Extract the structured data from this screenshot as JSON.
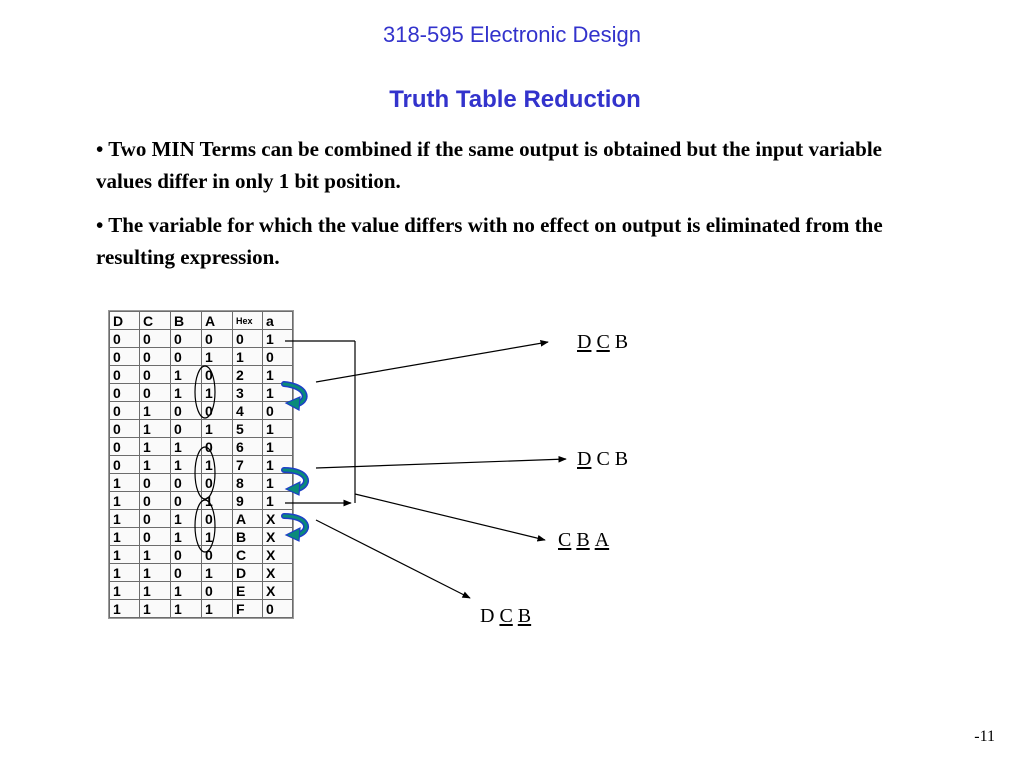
{
  "header": {
    "course_title": "318-595 Electronic Design",
    "slide_title": "Truth Table Reduction"
  },
  "bullets": [
    "• Two MIN Terms can be combined if the same output is obtained but the input variable values differ in only 1 bit position.",
    "• The variable for which the value differs with no effect on output is eliminated from the resulting expression."
  ],
  "truth_table": {
    "headers": [
      "D",
      "C",
      "B",
      "A",
      "Hex",
      "a"
    ],
    "rows": [
      [
        "0",
        "0",
        "0",
        "0",
        "0",
        "1"
      ],
      [
        "0",
        "0",
        "0",
        "1",
        "1",
        "0"
      ],
      [
        "0",
        "0",
        "1",
        "0",
        "2",
        "1"
      ],
      [
        "0",
        "0",
        "1",
        "1",
        "3",
        "1"
      ],
      [
        "0",
        "1",
        "0",
        "0",
        "4",
        "0"
      ],
      [
        "0",
        "1",
        "0",
        "1",
        "5",
        "1"
      ],
      [
        "0",
        "1",
        "1",
        "0",
        "6",
        "1"
      ],
      [
        "0",
        "1",
        "1",
        "1",
        "7",
        "1"
      ],
      [
        "1",
        "0",
        "0",
        "0",
        "8",
        "1"
      ],
      [
        "1",
        "0",
        "0",
        "1",
        "9",
        "1"
      ],
      [
        "1",
        "0",
        "1",
        "0",
        "A",
        "X"
      ],
      [
        "1",
        "0",
        "1",
        "1",
        "B",
        "X"
      ],
      [
        "1",
        "1",
        "0",
        "0",
        "C",
        "X"
      ],
      [
        "1",
        "1",
        "0",
        "1",
        "D",
        "X"
      ],
      [
        "1",
        "1",
        "1",
        "0",
        "E",
        "X"
      ],
      [
        "1",
        "1",
        "1",
        "1",
        "F",
        "0"
      ]
    ]
  },
  "terms": [
    [
      {
        "text": "D",
        "bar": true
      },
      {
        "text": "C",
        "bar": true
      },
      {
        "text": "B",
        "bar": false
      }
    ],
    [
      {
        "text": "D",
        "bar": true
      },
      {
        "text": "C",
        "bar": false
      },
      {
        "text": "B",
        "bar": false
      }
    ],
    [
      {
        "text": "C",
        "bar": true
      },
      {
        "text": "B",
        "bar": true
      },
      {
        "text": "A",
        "bar": true
      }
    ],
    [
      {
        "text": "D",
        "bar": false
      },
      {
        "text": "C",
        "bar": true
      },
      {
        "text": "B",
        "bar": true
      }
    ]
  ],
  "colors": {
    "title_blue": "#3333cc",
    "curved_arrow_green": "#0a8a7a",
    "curved_arrow_blue": "#1c3fc8"
  },
  "page_number": "-11"
}
